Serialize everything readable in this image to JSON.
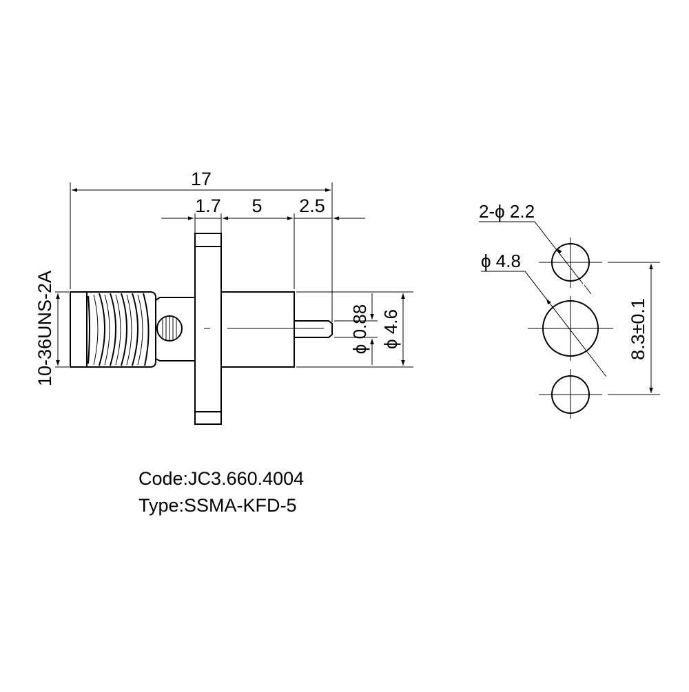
{
  "drawing": {
    "side_view": {
      "overall_length": "17",
      "flange_thickness": "1.7",
      "body_length": "5",
      "pin_length": "2.5",
      "thread_spec": "10-36UNS-2A",
      "pin_diameter": "ϕ 0.88",
      "body_diameter": "ϕ 4.6"
    },
    "front_view": {
      "mount_holes": "2-ϕ 2.2",
      "center_diameter": "ϕ 4.8",
      "hole_spacing": "8.3±0.1"
    }
  },
  "caption": {
    "code": "Code:JC3.660.4004",
    "type": "Type:SSMA-KFD-5"
  }
}
